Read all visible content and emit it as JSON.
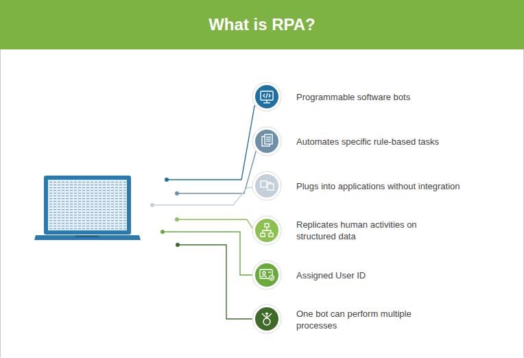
{
  "diagram": {
    "title": "What is RPA?",
    "labels": [
      "Programmable software bots",
      "Automates specific rule-based tasks",
      "Plugs into applications without integration",
      "Replicates human activities on structured data",
      "Assigned User ID",
      "One bot can perform multiple processes"
    ]
  }
}
